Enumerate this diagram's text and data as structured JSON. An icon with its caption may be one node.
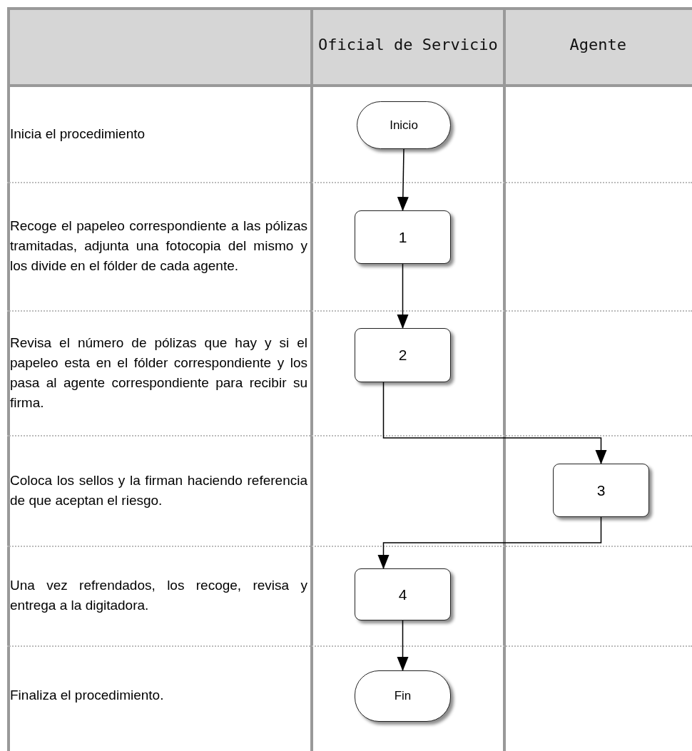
{
  "diagram": {
    "nodes": [
      {
        "text": [
          "Inicio"
        ]
      },
      {
        "text": [
          "1"
        ]
      },
      {
        "text": [
          "2"
        ]
      },
      {
        "text": [
          "3"
        ]
      },
      {
        "text": [
          "4"
        ]
      },
      {
        "text": [
          "Fin"
        ]
      }
    ],
    "edges": [
      {
        "from": 0,
        "to": 1,
        "arrow": "to"
      },
      {
        "from": 1,
        "to": 2,
        "arrow": "to"
      },
      {
        "from": 2,
        "to": 3,
        "arrow": "to"
      },
      {
        "from": 3,
        "to": 4,
        "arrow": "to"
      },
      {
        "from": 4,
        "to": 5,
        "arrow": "to"
      }
    ],
    "labels": [
      "Oficial de Servicio",
      "Agente",
      "Inicia el procedimiento",
      "Recoge el papeleo correspondiente a las pólizas tramitadas, adjunta una fotocopia del mismo y los divide en el fólder de cada agente.",
      "Revisa el número de pólizas que hay y si el papeleo esta en el fólder correspondiente y los pasa al agente correspondiente para recibir su firma.",
      "Coloca los sellos y la firman haciendo referencia de que aceptan el riesgo.",
      "Una vez refrendados, los recoge, revisa y entrega a la digitadora.",
      "Finaliza el procedimiento."
    ]
  }
}
